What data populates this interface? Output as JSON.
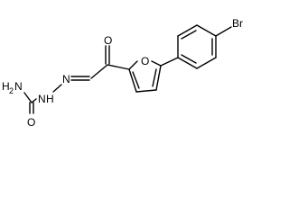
{
  "atoms": {
    "bromine": "Br",
    "ketone_oxygen": "O",
    "furan_oxygen": "O",
    "imine_nitrogen": "N",
    "hydrazine_n": "N",
    "hydrazine_h": "H",
    "amide_oxygen": "O",
    "amine_h": "H",
    "amine_n": "N",
    "amine_sub": "2"
  }
}
